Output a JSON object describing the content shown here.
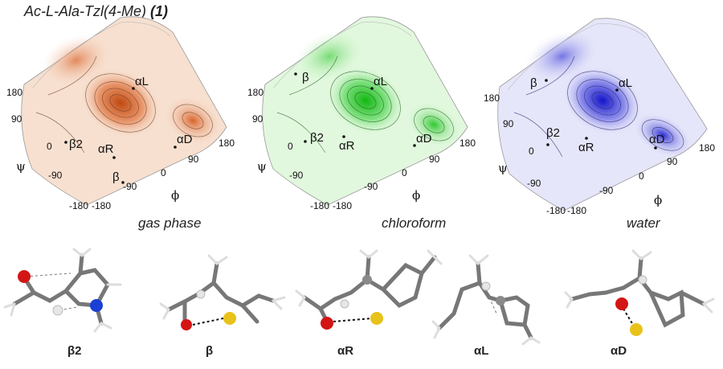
{
  "figure": {
    "title_main": "Ac-L-Ala-Tzl(4-Me) ",
    "title_num": "(1)"
  },
  "panels": [
    {
      "solvent": "gas phase",
      "palette": {
        "dark": "#c04a12",
        "mid": "#e8956a",
        "light": "#f7d8c4"
      }
    },
    {
      "solvent": "chloroform",
      "palette": {
        "dark": "#12b812",
        "mid": "#7ee07e",
        "light": "#d3f6d0"
      }
    },
    {
      "solvent": "water",
      "palette": {
        "dark": "#1515c8",
        "mid": "#8c8cec",
        "light": "#dcdcf8"
      }
    }
  ],
  "axes": {
    "psi_label": "ψ",
    "phi_label": "ϕ",
    "psi_ticks": [
      "180",
      "90",
      "0",
      "-90",
      "-180"
    ],
    "phi_ticks": [
      "-180",
      "-90",
      "0",
      "90",
      "180"
    ]
  },
  "regions": {
    "beta2": "β2",
    "beta": "β",
    "alphaR": "αR",
    "alphaL": "αL",
    "alphaD": "αD"
  },
  "conformers": [
    "β2",
    "β",
    "αR",
    "αL",
    "αD"
  ],
  "atom_colors": {
    "oxygen": "#d41515",
    "nitrogen": "#1a3fd4",
    "sulfur": "#e8c21a",
    "carbon": "#8a8a8a",
    "hydrogen": "#e6e6e6"
  }
}
